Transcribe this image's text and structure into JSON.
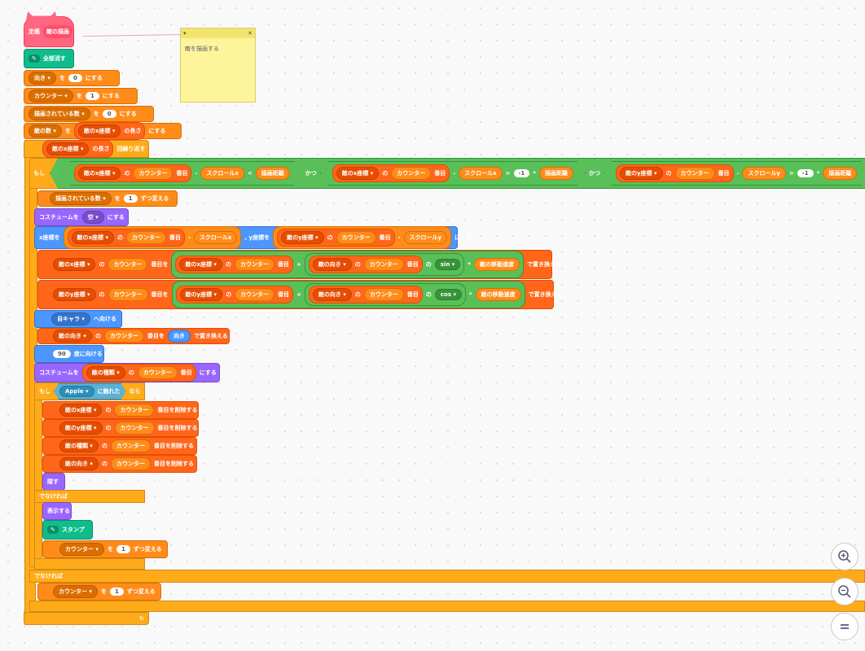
{
  "define": {
    "label": "定義",
    "name": "敵の描画"
  },
  "comment": {
    "text": "敵を描画する"
  },
  "b": {
    "clear": "全部消す",
    "b2": {
      "menu": "向き",
      "op": "を",
      "val": "0",
      "suffix": "にする"
    },
    "b3": {
      "menu": "カウンター",
      "op": "を",
      "val": "1",
      "suffix": "にする"
    },
    "b4": {
      "menu": "描画されている数",
      "op": "を",
      "val": "0",
      "suffix": "にする"
    },
    "b5": {
      "menu": "敵の数",
      "op": "を",
      "list": "敵のx座標",
      "length": "の長さ",
      "suffix": "にする"
    },
    "repeat": {
      "list": "敵のx座標",
      "length": "の長さ",
      "suffix": "回繰り返す"
    },
    "if1": {
      "label": "もし",
      "c1": {
        "list": "敵のx座標",
        "of": "の",
        "var": "カウンター",
        "item": "番目",
        "minus": "-",
        "scroll": "スクロールx",
        "lt": "<",
        "dist": "描画距離"
      },
      "and": "かつ",
      "c2": {
        "list": "敵のx座標",
        "of": "の",
        "var": "カウンター",
        "item": "番目",
        "minus": "-",
        "scroll": "スクロールx",
        "gt": ">",
        "num": "-1",
        "mul": "*",
        "dist": "描画距離"
      },
      "c3": {
        "list": "敵のy座標",
        "of": "の",
        "var": "カウンター",
        "item": "番目",
        "minus": "-",
        "scroll": "スクロールy",
        "gt": ">",
        "num": "-1",
        "mul": "*",
        "dist": "描画距離"
      },
      "and2": "かつ"
    },
    "b8": {
      "menu": "描画されている数",
      "op": "を",
      "val": "1",
      "suffix": "ずつ変える"
    },
    "costume": {
      "label": "コスチュームを",
      "menu": "空",
      "suffix": "にする"
    },
    "goto": {
      "xlabel": "x座標を",
      "list1": "敵のx座標",
      "of": "の",
      "var": "カウンター",
      "item": "番目",
      "minus": "-",
      "scroll1": "スクロールx",
      "ylabel": ", y座標を",
      "list2": "敵のy座標",
      "scroll2": "スクロールy",
      "suffix": "にする"
    },
    "rx": {
      "list": "敵のx座標",
      "of": "の",
      "var": "カウンター",
      "itemwo": "番目を",
      "list2": "敵のx座標",
      "item": "番目",
      "plus": "+",
      "dirlist": "敵の向き",
      "func": "sin",
      "mul": "*",
      "speed": "敵の移動速度",
      "suffix": "で置き換える"
    },
    "ry": {
      "list": "敵のy座標",
      "of": "の",
      "var": "カウンター",
      "itemwo": "番目を",
      "list2": "敵のy座標",
      "item": "番目",
      "plus": "+",
      "dirlist": "敵の向き",
      "func": "cos",
      "mul": "*",
      "speed": "敵の移動速度",
      "suffix": "で置き換える"
    },
    "point": {
      "menu": "自キャラ",
      "suffix": "へ向ける"
    },
    "rdir": {
      "list": "敵の向き",
      "of": "の",
      "var": "カウンター",
      "itemwo": "番目を",
      "dir": "向き",
      "suffix": "で置き換える"
    },
    "deg": {
      "val": "90",
      "suffix": "度に向ける"
    },
    "costume2": {
      "label": "コスチュームを",
      "list": "敵の種類",
      "of": "の",
      "var": "カウンター",
      "item": "番目",
      "suffix": "にする"
    },
    "if2": {
      "label": "もし",
      "menu": "Apple",
      "touch": "に触れた",
      "then": "なら"
    },
    "del": [
      {
        "list": "敵のx座標",
        "of": "の",
        "var": "カウンター",
        "suffix": "番目を削除する"
      },
      {
        "list": "敵のy座標",
        "of": "の",
        "var": "カウンター",
        "suffix": "番目を削除する"
      },
      {
        "list": "敵の種類",
        "of": "の",
        "var": "カウンター",
        "suffix": "番目を削除する"
      },
      {
        "list": "敵の向き",
        "of": "の",
        "var": "カウンター",
        "suffix": "番目を削除する"
      }
    ],
    "hide": "隠す",
    "else1": "でなければ",
    "show": "表示する",
    "stamp": "スタンプ",
    "b23": {
      "menu": "カウンター",
      "op": "を",
      "val": "1",
      "suffix": "ずつ変える"
    },
    "else2": "でなければ",
    "b25": {
      "menu": "カウンター",
      "op": "を",
      "val": "1",
      "suffix": "ずつ変える"
    },
    "loop": "↻"
  },
  "zoom": {
    "in": "+",
    "out": "−",
    "reset": "="
  }
}
